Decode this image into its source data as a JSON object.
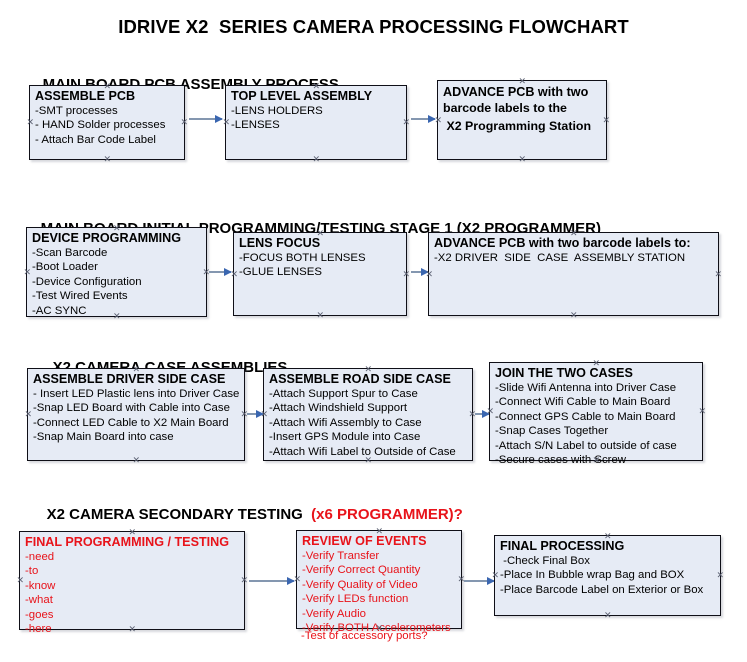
{
  "document": {
    "title": "IDRIVE X2  SERIES CAMERA PROCESSING FLOWCHART",
    "background_color": "#ffffff",
    "node_fill_color": "#e6ebf5",
    "node_border_color": "#0f0f17",
    "connector_color": "#8497b0",
    "accent_red": "#e8131a"
  },
  "sections": [
    {
      "id": "main-board-pcb-assembly-process",
      "title": "MAIN BOARD PCB ASSEMBLY PROCESS",
      "title_accent": "",
      "nodes": [
        {
          "id": "assemble-pcb",
          "title": "ASSEMBLE PCB",
          "lines": [
            "-SMT processes",
            "- HAND Solder processes",
            "- Attach Bar Code Label"
          ]
        },
        {
          "id": "top-level-assembly",
          "title": "TOP LEVEL ASSEMBLY",
          "lines": [
            "-LENS HOLDERS",
            "-LENSES"
          ]
        },
        {
          "id": "advance-pcb-to-x2-programming-station",
          "title": "ADVANCE PCB with two",
          "lines": [
            "barcode labels to the",
            " X2 Programming Station"
          ]
        }
      ]
    },
    {
      "id": "main-board-initial-programming-testing-stage-1",
      "title": "MAIN BOARD INITIAL PROGRAMMING/TESTING STAGE 1 (X2 PROGRAMMER)",
      "title_accent": "",
      "nodes": [
        {
          "id": "device-programming",
          "title": "DEVICE PROGRAMMING",
          "lines": [
            "-Scan Barcode",
            "-Boot Loader",
            "-Device Configuration",
            "-Test Wired Events",
            "-AC SYNC"
          ]
        },
        {
          "id": "lens-focus",
          "title": "LENS FOCUS",
          "lines": [
            "-FOCUS BOTH LENSES",
            "-GLUE LENSES"
          ]
        },
        {
          "id": "advance-pcb-to-driver-side-case-assembly",
          "title": "ADVANCE PCB with two barcode labels to:",
          "lines": [
            "-X2 DRIVER  SIDE  CASE  ASSEMBLY STATION"
          ]
        }
      ]
    },
    {
      "id": "x2-camera-case-assemblies",
      "title": "X2 CAMERA CASE ASSEMBLIES",
      "title_accent": "",
      "nodes": [
        {
          "id": "assemble-driver-side-case",
          "title": "ASSEMBLE DRIVER SIDE CASE",
          "lines": [
            "- Insert LED Plastic lens into Driver Case",
            "-Snap LED Board with Cable into Case",
            "-Connect LED Cable to X2 Main Board",
            "-Snap Main Board into case"
          ]
        },
        {
          "id": "assemble-road-side-case",
          "title": "ASSEMBLE ROAD SIDE CASE",
          "lines": [
            "-Attach Support Spur to Case",
            "-Attach Windshield Support",
            "-Attach Wifi Assembly to Case",
            "-Insert GPS Module into Case",
            "-Attach Wifi Label to Outside of Case"
          ]
        },
        {
          "id": "join-the-two-cases",
          "title": "JOIN THE TWO CASES",
          "lines": [
            "-Slide Wifi Antenna into Driver Case",
            "-Connect Wifi Cable to Main Board",
            "-Connect GPS Cable to Main Board",
            "-Snap Cases Together",
            "-Attach S/N Label to outside of case",
            "-Secure cases with Screw"
          ]
        }
      ]
    },
    {
      "id": "x2-camera-secondary-testing",
      "title": "X2 CAMERA SECONDARY TESTING ",
      "title_accent": " (x6 PROGRAMMER)?",
      "nodes": [
        {
          "id": "final-programming-testing",
          "title": "FINAL PROGRAMMING / TESTING",
          "lines": [
            "-need",
            "-to",
            "-know",
            "-what",
            "-goes",
            "-here"
          ]
        },
        {
          "id": "review-of-events",
          "title": "REVIEW OF EVENTS",
          "lines": [
            "-Verify Transfer",
            "-Verify Correct Quantity",
            "-Verify Quality of Video",
            "-Verify LEDs function",
            "-Verify Audio",
            "-Verify BOTH Accelerometers"
          ],
          "overflow_line": "-Test of accessory ports?"
        },
        {
          "id": "final-processing",
          "title": "FINAL PROCESSING",
          "lines": [
            " -Check Final Box",
            "-Place In Bubble wrap Bag and BOX",
            "-Place Barcode Label on Exterior or Box"
          ]
        }
      ]
    }
  ]
}
